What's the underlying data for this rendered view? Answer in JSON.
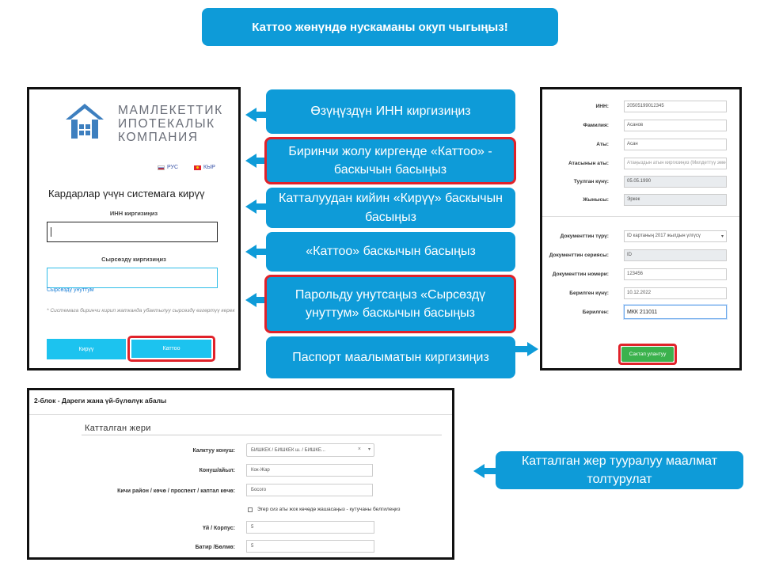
{
  "banner": "Каттоо жөнүндө нускаманы окуп чыгыңыз!",
  "callouts": {
    "c1": "Өзүңүздүн ИНН киргизиңиз",
    "c2": "Биринчи жолу киргенде «Каттоо» - баскычын басыңыз",
    "c3": "Катталуудан кийин «Кирүү» баскычын басыңыз",
    "c4": "«Каттоо» баскычын басыңыз",
    "c5": "Парольду унутсаңыз «Сырсөздү унуттум» баскычын басыңыз",
    "c6": "Паспорт маалыматын киргизиңиз",
    "c7": "Катталган жер тууралуу маалмат толтурулат"
  },
  "login": {
    "logo_line1": "МАМЛЕКЕТТИК",
    "logo_line2": "ИПОТЕКАЛЫК",
    "logo_line3": "КОМПАНИЯ",
    "lang_ru": "РУС",
    "lang_kg": "КЫР",
    "title": "Кардарлар үчүн системага кирүү",
    "inn_label": "ИНН киргизиңиз",
    "password_label": "Сырсөздү киргизиңиз",
    "forgot": "Сырсөздү унуттум",
    "note": "* Системага биринчи кирип жатканда убактылуу сырсөздү өзгөртүү керек",
    "login_button": "Кирүү",
    "register_button": "Каттоо"
  },
  "form": {
    "rows": [
      {
        "label": "ИНН:",
        "value": "20505199012345"
      },
      {
        "label": "Фамилия:",
        "value": "Асанов"
      },
      {
        "label": "Аты:",
        "value": "Асан"
      },
      {
        "label": "Атасынын аты:",
        "value": "Атаңыздын атын киргизиңиз (Милдеттүү эмес)"
      },
      {
        "label": "Туулган күнү:",
        "value": "05.05.1990"
      },
      {
        "label": "Жынысы:",
        "value": "Эркек"
      }
    ],
    "doc_rows": [
      {
        "label": "Документтин түрү:",
        "value": "ID картаның 2017 жылдын үлгүсү"
      },
      {
        "label": "Документтин сериясы:",
        "value": "ID"
      },
      {
        "label": "Документтин номери:",
        "value": "123456"
      },
      {
        "label": "Берилген күнү:",
        "value": "10.12.2022"
      },
      {
        "label": "Берилген:",
        "value": "МКК 211011"
      }
    ],
    "save_button": "Сактап улантуу"
  },
  "block2": {
    "header": "2-блок - Дареги жана үй-бүлөлүк абалы",
    "subheader": "Катталган жери",
    "settlement_label": "Калктуу конуш:",
    "settlement_value": "БИШКЕК / БИШКЕК ш. / БИШКЕ...",
    "district_label": "Конуш/айыл:",
    "district_value": "Кок-Жар",
    "street_label": "Кичи район / көчө / проспект / каптал көчө:",
    "street_value": "Босого",
    "checkbox_label": "Эгер сиз аты жок көчөдө жашасаңыз - кутучаны белгилеңиз",
    "house_label": "Үй / Корпус:",
    "house_value": "5",
    "apt_label": "Батир /Бөлмө:",
    "apt_value": "5"
  },
  "colors": {
    "accent": "#0e9bd8",
    "highlight": "#e0222a",
    "save": "#3bb24d",
    "logo": "#3d7fbf"
  }
}
